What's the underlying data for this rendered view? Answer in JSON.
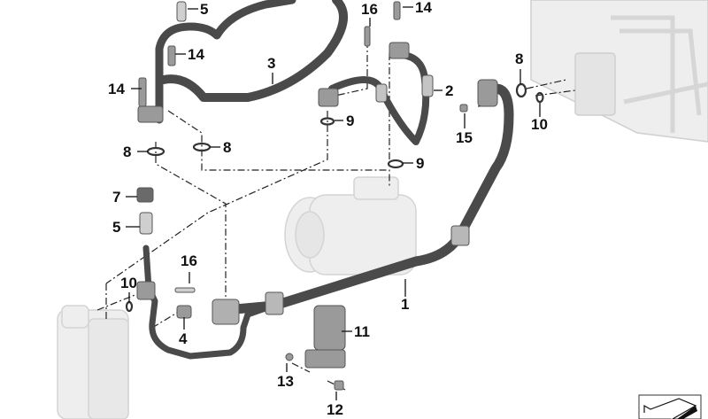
{
  "diagram": {
    "type": "exploded parts diagram",
    "subject": "A/C refrigerant lines with compressor, condenser/dryer and evaporator",
    "colors": {
      "hose": "#4a4a4a",
      "hose_highlight": "#6e6e6e",
      "fitting": "#9a9a9a",
      "ghost_part": "#e6e6e6",
      "ghost_outline": "#c8c8c8",
      "leader": "#111111"
    }
  },
  "callouts": [
    {
      "id": "c-5-top",
      "label": "5"
    },
    {
      "id": "c-16-top",
      "label": "16"
    },
    {
      "id": "c-14-top",
      "label": "14"
    },
    {
      "id": "c-14-mid",
      "label": "14"
    },
    {
      "id": "c-3",
      "label": "3"
    },
    {
      "id": "c-14-left",
      "label": "14"
    },
    {
      "id": "c-2",
      "label": "2"
    },
    {
      "id": "c-8-right",
      "label": "8"
    },
    {
      "id": "c-9-top",
      "label": "9"
    },
    {
      "id": "c-15",
      "label": "15"
    },
    {
      "id": "c-10-right",
      "label": "10"
    },
    {
      "id": "c-8-left",
      "label": "8"
    },
    {
      "id": "c-8-mid",
      "label": "8"
    },
    {
      "id": "c-9-mid",
      "label": "9"
    },
    {
      "id": "c-7",
      "label": "7"
    },
    {
      "id": "c-5-left",
      "label": "5"
    },
    {
      "id": "c-16-left",
      "label": "16"
    },
    {
      "id": "c-10-left",
      "label": "10"
    },
    {
      "id": "c-1",
      "label": "1"
    },
    {
      "id": "c-11",
      "label": "11"
    },
    {
      "id": "c-4",
      "label": "4"
    },
    {
      "id": "c-13",
      "label": "13"
    },
    {
      "id": "c-12",
      "label": "12"
    }
  ],
  "icons": {
    "corner_symbol": "part-reference-icon"
  }
}
